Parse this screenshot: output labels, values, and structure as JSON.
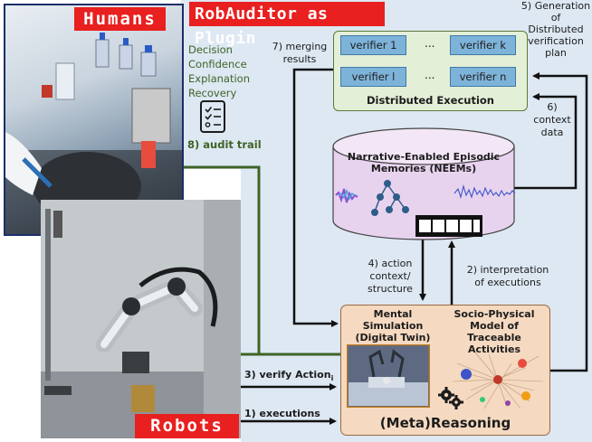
{
  "title": "RobAuditor as Plugin",
  "humans_label": "Humans",
  "robots_label": "Robots",
  "audit_items": [
    "Decision",
    "Confidence",
    "Explanation",
    "Recovery"
  ],
  "audit_trail_label": "8) audit trail",
  "merging_label": [
    "7) merging",
    "results"
  ],
  "generation_label": [
    "5) Generation",
    "of",
    "Distributed",
    "verification",
    "plan"
  ],
  "context_data_label": [
    "6)",
    "context",
    "data"
  ],
  "distributed": {
    "title": "Distributed Execution",
    "verifiers": [
      "verifier 1",
      "verifier k",
      "verifier l",
      "verifier n"
    ],
    "ellipsis": "..."
  },
  "neems": {
    "title_line1": "Narrative-Enabled Episodic",
    "title_line2": "Memories (NEEMs)"
  },
  "action_context_label": [
    "4)  action",
    "context/",
    "structure"
  ],
  "interpretation_label": [
    "2) interpretation",
    "of executions"
  ],
  "meta": {
    "mental_sim": [
      "Mental Simulation",
      "(Digital Twin)"
    ],
    "socio_physical": [
      "Socio-Physical",
      "Model of Traceable",
      "Activities"
    ],
    "title": "(Meta)Reasoning"
  },
  "verify_label": "3) verify Action",
  "verify_sub": "i",
  "executions_label": "1) executions",
  "colors": {
    "accent_red": "#e8201f",
    "audit_green": "#3f6426",
    "panel_blue": "#dde8f3",
    "dist_green": "#e3efd6",
    "meta_tan": "#f5d9c0",
    "neem_pink": "#e8d3ef"
  }
}
